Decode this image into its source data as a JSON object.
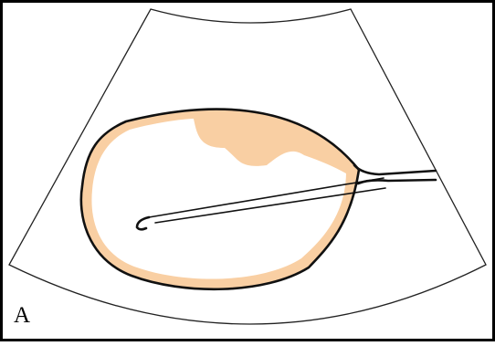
{
  "figure": {
    "panel_label": "A",
    "colors": {
      "frame": "#000000",
      "background": "#ffffff",
      "outline": "#111111",
      "tissue_fill": "#f9cfa3"
    },
    "icons": [
      "ultrasound-sector",
      "bladder-outline",
      "catheter"
    ]
  }
}
